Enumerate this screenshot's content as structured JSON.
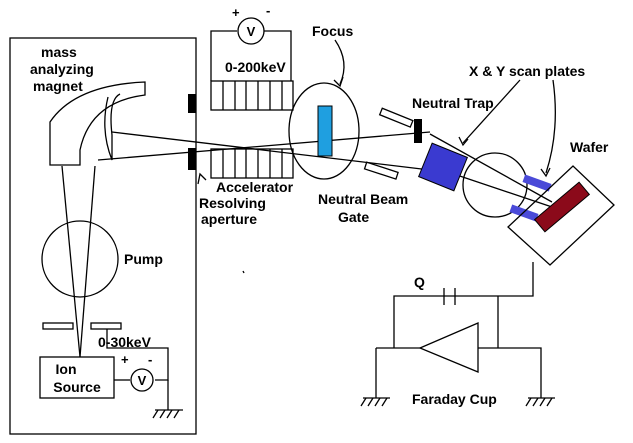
{
  "labels": {
    "mass_magnet_1": "mass",
    "mass_magnet_2": "analyzing",
    "mass_magnet_3": "magnet",
    "pump": "Pump",
    "ion_source_1": "Ion",
    "ion_source_2": "Source",
    "low_voltage": "0-30keV",
    "voltmeter_symbol": "V",
    "plus": "+",
    "minus": "-",
    "high_voltage": "0-200keV",
    "focus": "Focus",
    "accelerator": "Accelerator",
    "resolving_1": "Resolving",
    "resolving_2": "aperture",
    "neutral_trap": "Neutral Trap",
    "neutral_gate_1": "Neutral Beam",
    "neutral_gate_2": "Gate",
    "scan_plates": "X & Y scan plates",
    "wafer": "Wafer",
    "charge": "Q",
    "faraday_cup": "Faraday Cup"
  },
  "colors": {
    "focus_lens": "#1f9fe0",
    "neutral_trap_block": "#3a3ad0",
    "scan_plate": "#4a4ad8",
    "wafer": "#8b0a1a",
    "gate_plate": "#ffffff",
    "line": "#000000"
  }
}
